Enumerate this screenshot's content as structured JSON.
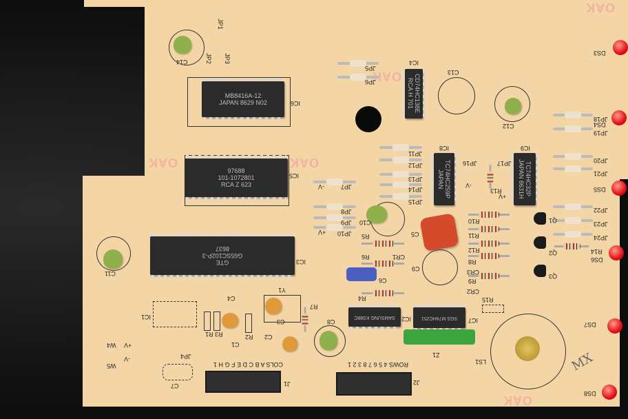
{
  "chips": {
    "ic6": {
      "ref": "IC6",
      "line1": "MB8416A-12",
      "line2": "JAPAN 8629 N02"
    },
    "ic5": {
      "ref": "IC5",
      "line1": "97688",
      "line2": "101-1072801",
      "line3": "RCA Z 623"
    },
    "ic3": {
      "ref": "IC3",
      "line1": "GTE",
      "line2": "G65SC102P-3",
      "line3": "8637"
    },
    "ic4": {
      "ref": "IC4",
      "line1": "CD74HC138E",
      "line2": "RCA H 701"
    },
    "ic8": {
      "ref": "IC8",
      "line1": "TC74HC259P",
      "line2": "JAPAN"
    },
    "ic9": {
      "ref": "IC9",
      "line1": "TC74HC32P",
      "line2": "JAPAN 8631H"
    },
    "ic2": {
      "ref": "IC2",
      "line1": "SAMSUNG KS88C"
    },
    "ic7": {
      "ref": "IC7",
      "line1": "SGS M74HC251"
    },
    "ic1": {
      "ref": "IC1"
    }
  },
  "labels": {
    "jp": [
      "JP1",
      "JP2",
      "JP3",
      "JP5",
      "JP6",
      "JP7",
      "JP8",
      "JP9",
      "JP10",
      "JP11",
      "JP12",
      "JP13",
      "JP14",
      "JP15",
      "JP16",
      "JP17",
      "JP18",
      "JP19",
      "JP20",
      "JP21",
      "JP22",
      "JP23",
      "JP24",
      "JP4"
    ],
    "caps": [
      "C14",
      "C13",
      "C12",
      "C10",
      "C11",
      "C5",
      "C9",
      "C6",
      "C4",
      "C2",
      "C1",
      "C3",
      "C8",
      "C7"
    ],
    "res": [
      "R5",
      "R6",
      "R4",
      "R10",
      "R11",
      "R12",
      "R8",
      "R9",
      "R13",
      "R14",
      "R15",
      "R7",
      "R1",
      "R2",
      "R3"
    ],
    "diodes": [
      "CR1",
      "CR2",
      "CR3"
    ],
    "trans": [
      "Q1",
      "Q2",
      "Q3"
    ],
    "leds": [
      "DS3",
      "DS4",
      "DS5",
      "DS6",
      "DS7",
      "DS8"
    ],
    "misc": {
      "y1": "Y1",
      "z1": "Z1",
      "ls1": "LS1",
      "j1": "J1",
      "j2": "J2",
      "cols": "COLS  A B C D E F G H 1",
      "rows": "ROWS  4 5 6 7  8  3 2 1",
      "w4": "W4",
      "w5": "W5",
      "plus_v": "+V",
      "minus_v": "-V",
      "handwriting": "MX"
    },
    "watermark": "OAK"
  }
}
